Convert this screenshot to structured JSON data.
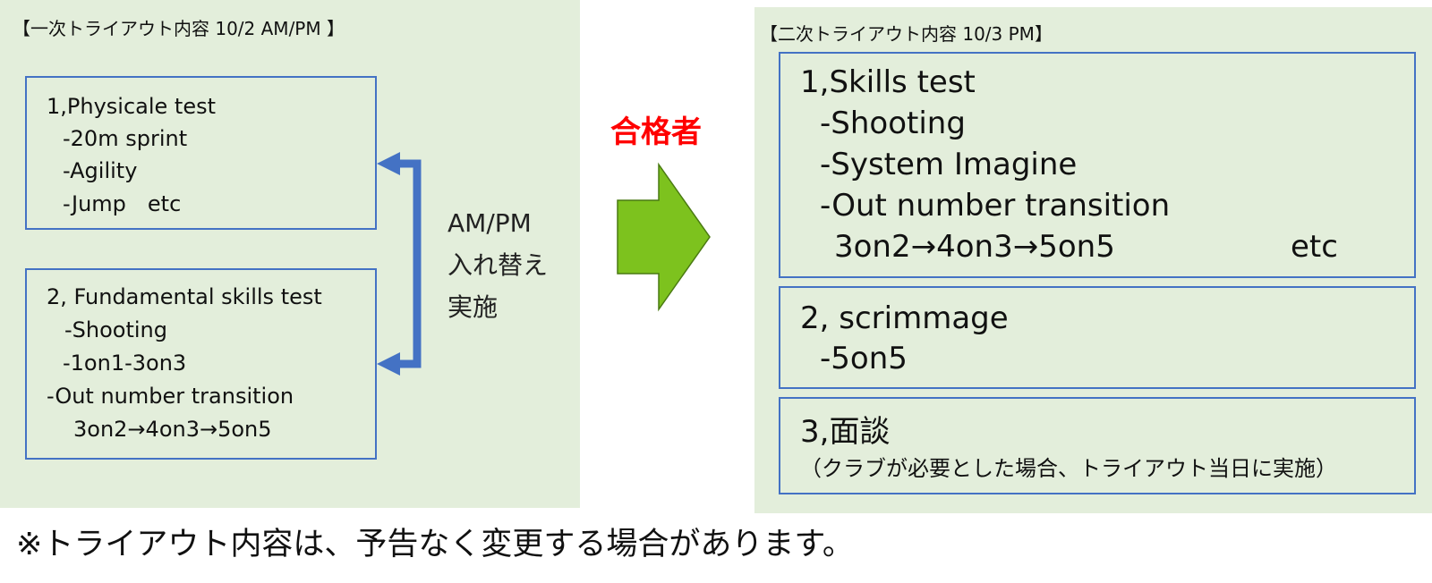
{
  "left_panel": {
    "title": "【一次トライアウト内容 10/2 AM/PM 】",
    "box1": {
      "heading": "1,Physicale test",
      "items": [
        "-20m sprint",
        "-Agility",
        "-Jump　etc"
      ]
    },
    "box2": {
      "heading": "2, Fundamental skills test",
      "items": [
        "-Shooting",
        "-1on1-3on3",
        "-Out number transition",
        "3on2→4on3→5on5"
      ]
    }
  },
  "swap_note": {
    "line1": "AM/PM",
    "line2": "入れ替え",
    "line3": "実施"
  },
  "pass_label": "合格者",
  "right_panel": {
    "title": "【二次トライアウト内容 10/3 PM】",
    "box1": {
      "heading": "1,Skills test",
      "items": [
        "-Shooting",
        "-System Imagine",
        "-Out number transition"
      ],
      "sequence": "3on2→4on3→5on5",
      "etc": "etc"
    },
    "box2": {
      "heading": "2, scrimmage",
      "items": [
        "-5on5"
      ]
    },
    "box3": {
      "heading": "3,面談",
      "note": "（クラブが必要とした場合、トライアウト当日に実施）"
    }
  },
  "footer_note": "※トライアウト内容は、予告なく変更する場合があります。",
  "colors": {
    "panel_bg": "#e3eedb",
    "box_border": "#4472c4",
    "swap_arrow": "#4472c4",
    "pass_arrow_fill": "#7dc21e",
    "pass_arrow_stroke": "#4a7a12",
    "pass_label": "#ff0000"
  },
  "icons": {
    "swap_arrow": "double-headed-bracket-arrow-icon",
    "pass_arrow": "right-block-arrow-icon"
  }
}
